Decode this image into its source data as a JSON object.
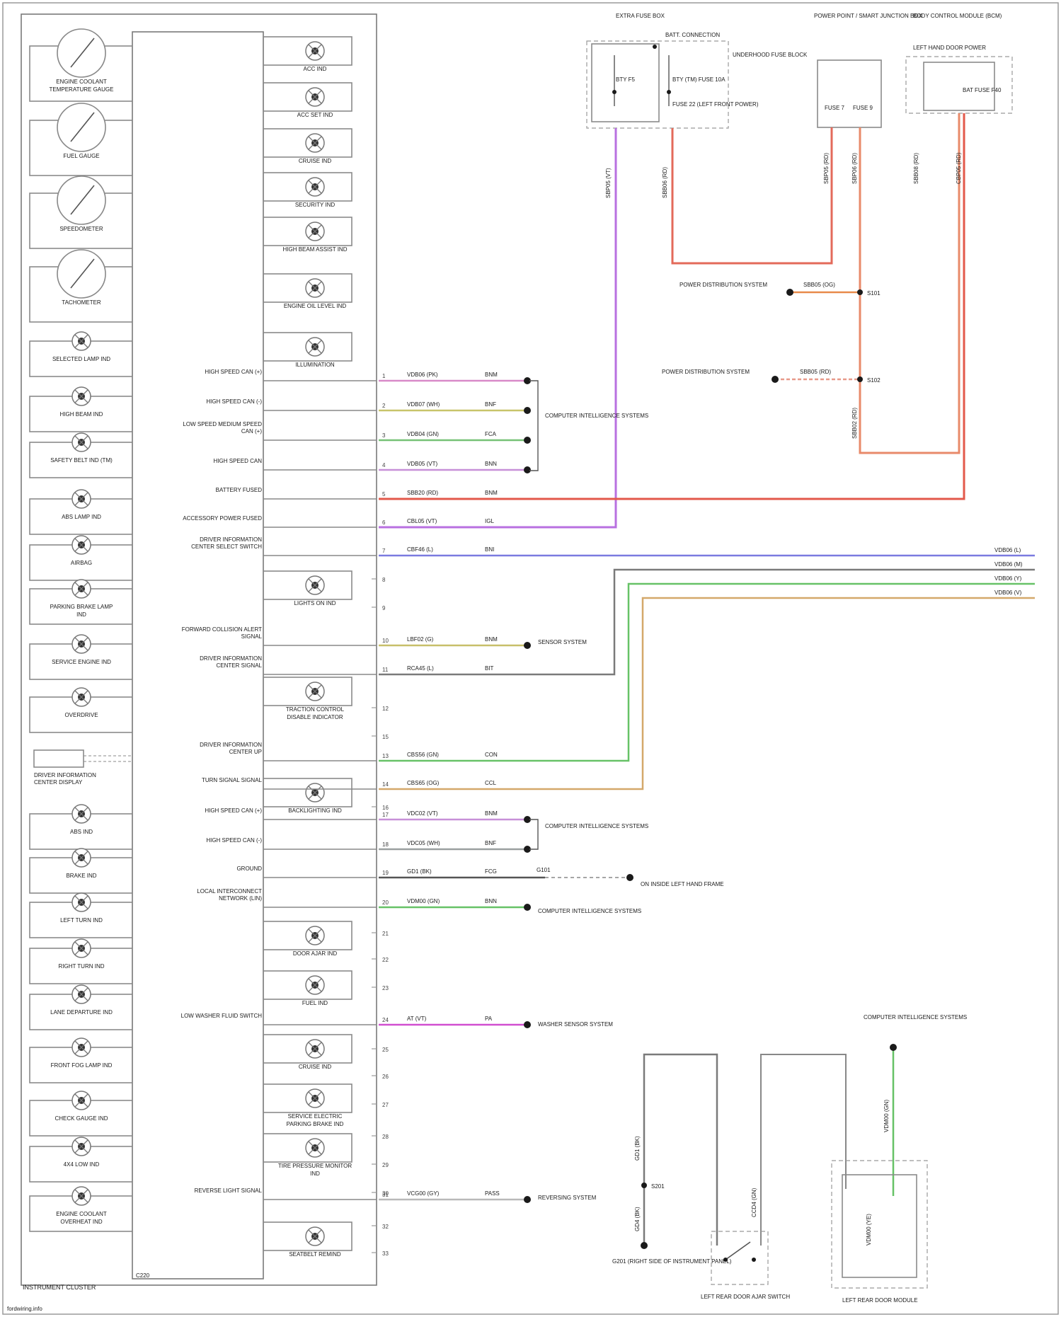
{
  "diagram": {
    "cluster_title": "INSTRUMENT CLUSTER",
    "cluster_connector": "C220",
    "footer": "fordwiring.info",
    "gauges": [
      "ENGINE COOLANT TEMPERATURE GAUGE",
      "FUEL GAUGE",
      "SPEEDOMETER",
      "TACHOMETER"
    ],
    "left_lamps": [
      "SELECTED LAMP IND",
      "HIGH BEAM IND",
      "SAFETY BELT IND (TM)",
      "ABS LAMP IND",
      "AIRBAG",
      "PARKING BRAKE LAMP IND",
      "SERVICE ENGINE IND",
      "OVERDRIVE",
      "DRIVER INFORMATION CENTER DISPLAY",
      "ABS IND",
      "BRAKE IND",
      "LEFT TURN IND",
      "RIGHT TURN IND",
      "LANE DEPARTURE IND",
      "FRONT FOG LAMP IND",
      "CHECK GAUGE IND",
      "4X4 LOW IND",
      "ENGINE COOLANT OVERHEAT IND"
    ],
    "right_lamps": [
      "ACC IND",
      "ACC SET IND",
      "CRUISE IND",
      "SECURITY IND",
      "HIGH BEAM ASSIST IND",
      "ENGINE OIL LEVEL IND",
      "ILLUMINATION",
      "LIGHTS ON IND",
      "TRACTION CONTROL DISABLE INDICATOR",
      "BACKLIGHTING IND",
      "DOOR AJAR IND",
      "FUEL IND",
      "CRUISE IND",
      "SERVICE ELECTRIC PARKING BRAKE IND",
      "TIRE PRESSURE MONITOR IND",
      "SEATBELT REMIND"
    ],
    "signals": [
      {
        "pin": "1",
        "label": "HIGH SPEED CAN (+)",
        "wire": "VDB06 (PK)",
        "code": "BNM"
      },
      {
        "pin": "2",
        "label": "HIGH SPEED CAN (-)",
        "wire": "VDB07 (WH)",
        "code": "BNF"
      },
      {
        "pin": "3",
        "label": "LOW SPEED MEDIUM SPEED CAN (+)",
        "wire": "VDB04 (GN)",
        "code": "FCA"
      },
      {
        "pin": "4",
        "label": "HIGH SPEED CAN",
        "wire": "VDB05 (VT)",
        "code": "BNN"
      },
      {
        "pin": "5",
        "label": "BATTERY FUSED",
        "wire": "SBB20 (RD)",
        "code": "BNM"
      },
      {
        "pin": "6",
        "label": "ACCESSORY POWER FUSED",
        "wire": "CBL05 (VT)",
        "code": "IGL"
      },
      {
        "pin": "7",
        "label": "DRIVER INFORMATION CENTER SELECT SWITCH",
        "wire": "CBF46 (L)",
        "code": "BNI"
      },
      {
        "pin": "10",
        "label": "FORWARD COLLISION ALERT SIGNAL",
        "wire": "LBF02 (G)",
        "code": "BNM"
      },
      {
        "pin": "11",
        "label": "DRIVER INFORMATION CENTER SIGNAL",
        "wire": "RCA45 (L)",
        "code": "BIT"
      },
      {
        "pin": "13",
        "label": "DRIVER INFORMATION CENTER UP",
        "wire": "CBS56 (GN)",
        "code": "CON"
      },
      {
        "pin": "14",
        "label": "TURN SIGNAL SIGNAL",
        "wire": "CBS65 (OG)",
        "code": "CCL"
      },
      {
        "pin": "17",
        "label": "HIGH SPEED CAN (+)",
        "wire": "VDC02 (VT)",
        "code": "BNM"
      },
      {
        "pin": "18",
        "label": "HIGH SPEED CAN (-)",
        "wire": "VDC05 (WH)",
        "code": "BNF"
      },
      {
        "pin": "19",
        "label": "GROUND",
        "wire": "GD1 (BK)",
        "code": "FCG"
      },
      {
        "pin": "20",
        "label": "LOCAL INTERCONNECT NETWORK (LIN)",
        "wire": "VDM00 (GN)",
        "code": "BNN"
      },
      {
        "pin": "24",
        "label": "LOW WASHER FLUID SWITCH",
        "wire": "AT (VT)",
        "code": "PA"
      },
      {
        "pin": "31",
        "label": "REVERSE LIGHT SIGNAL",
        "wire": "VCG00 (GY)",
        "code": "PASS"
      }
    ],
    "pins_unused": [
      "8",
      "9",
      "12",
      "15",
      "16",
      "21",
      "22",
      "23",
      "25",
      "26",
      "27",
      "28",
      "29",
      "30",
      "32",
      "33"
    ],
    "right_labels": {
      "comm1": "COMPUTER INTELLIGENCE SYSTEMS",
      "comm2": "COMPUTER INTELLIGENCE SYSTEMS",
      "comm3": "COMPUTER INTELLIGENCE SYSTEMS",
      "sensor": "SENSOR SYSTEM",
      "ground_splice": "G101",
      "ground_loc": "ON INSIDE LEFT HAND FRAME",
      "washer": "WASHER SENSOR SYSTEM",
      "reverse": "REVERSING SYSTEM",
      "wire_tags": [
        "VDB06 (L)",
        "VDB06 (M)",
        "VDB06 (Y)",
        "VDB06 (V)"
      ]
    },
    "top_boxes": {
      "fuse_title": "EXTRA FUSE BOX",
      "fuse_note": "BATT. CONNECTION",
      "fuse_items": [
        "BTY F5",
        "BTY (TM) FUSE 10A",
        "FUSE 22 (LEFT FRONT POWER)"
      ],
      "fuse_side_note": "UNDERHOOD FUSE BLOCK",
      "power_title": "POWER POINT / SMART JUNCTION BOX",
      "power_items": [
        "FUSE 7",
        "FUSE 9"
      ],
      "bcm_title": "BODY CONTROL MODULE (BCM)",
      "bcm_items": [
        "BAT FUSE F40"
      ],
      "bcm_side_note": "LEFT HAND DOOR POWER",
      "wire_labels": [
        "SBP05 (VT)",
        "SBB06 (RD)",
        "SBP05 (RD)",
        "SBP06 (RD)",
        "SBB02 (RD)",
        "SBB08 (RD)",
        "CBP05 (RD)"
      ],
      "splice_a": "POWER DISTRIBUTION SYSTEM",
      "splice_b": "POWER DISTRIBUTION SYSTEM",
      "splice_a_wire": "SBB05 (OG)",
      "splice_b_wire": "SBB05 (RD)",
      "splice_a_id": "S101",
      "splice_b_id": "S102"
    },
    "bottom": {
      "ground_a": "G201 (RIGHT SIDE OF INSTRUMENT PANEL)",
      "switch": "LEFT REAR DOOR AJAR SWITCH",
      "module_top": "COMPUTER INTELLIGENCE SYSTEMS",
      "module": "LEFT REAR DOOR MODULE",
      "splice": "S201",
      "wire_labels": [
        "GD1 (BK)",
        "GD4 (BK)",
        "CCD4 (GN)",
        "VDM00 (GN)",
        "VDM00 (YE)"
      ]
    }
  }
}
